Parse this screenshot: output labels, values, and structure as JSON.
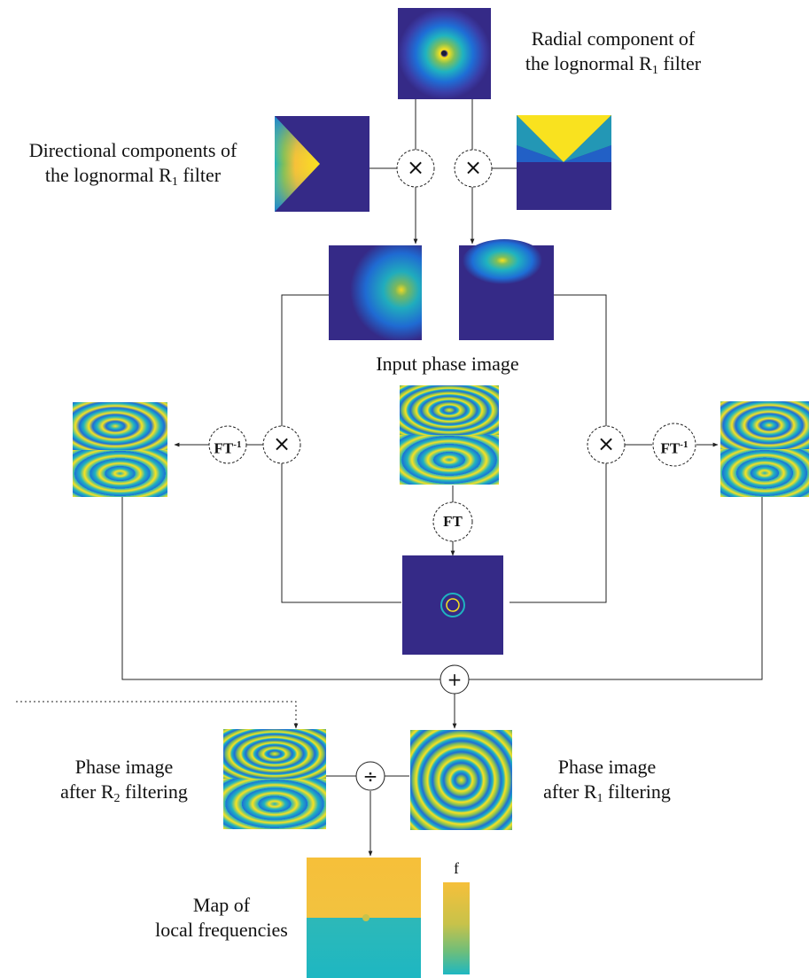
{
  "labels": {
    "radial": {
      "l1": "Radial component of",
      "l2_pre": "the lognormal R",
      "l2_sub": "1",
      "l2_post": " filter"
    },
    "directional": {
      "l1": "Directional components of",
      "l2_pre": "the lognormal R",
      "l2_sub": "1",
      "l2_post": " filter"
    },
    "input": "Input phase image",
    "r2": {
      "l1": "Phase image",
      "l2_pre": "after R",
      "l2_sub": "2",
      "l2_post": " filtering"
    },
    "r1": {
      "l1": "Phase image",
      "l2_pre": "after R",
      "l2_sub": "1",
      "l2_post": " filtering"
    },
    "map": {
      "l1": "Map of",
      "l2": "local frequencies"
    },
    "colorbar": "f"
  },
  "ops": {
    "multiply": "×",
    "ft": "FT",
    "ift_base": "FT",
    "ift_sup": "-1",
    "plus": "+",
    "divide": "÷"
  },
  "colors": {
    "dark": "#352a87",
    "blue": "#1e6ed6",
    "cyan": "#1fb3c0",
    "green": "#7fbf5a",
    "yellow": "#f9e21f",
    "orange": "#f6c03a",
    "teal": "#1eb7c2",
    "line": "#222222"
  }
}
